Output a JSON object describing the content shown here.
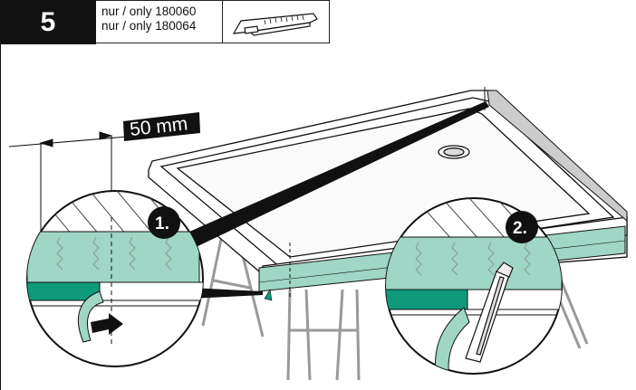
{
  "header": {
    "step_number": "5",
    "part_line_1": "nur / only 180060",
    "part_line_2": "nur / only 180064"
  },
  "diagram": {
    "dimension_label": "50 mm",
    "callout_1": "1.",
    "callout_2": "2."
  },
  "colors": {
    "tape": "#9fd6c5",
    "tape_dark": "#0f9a7a",
    "ink": "#111111"
  }
}
